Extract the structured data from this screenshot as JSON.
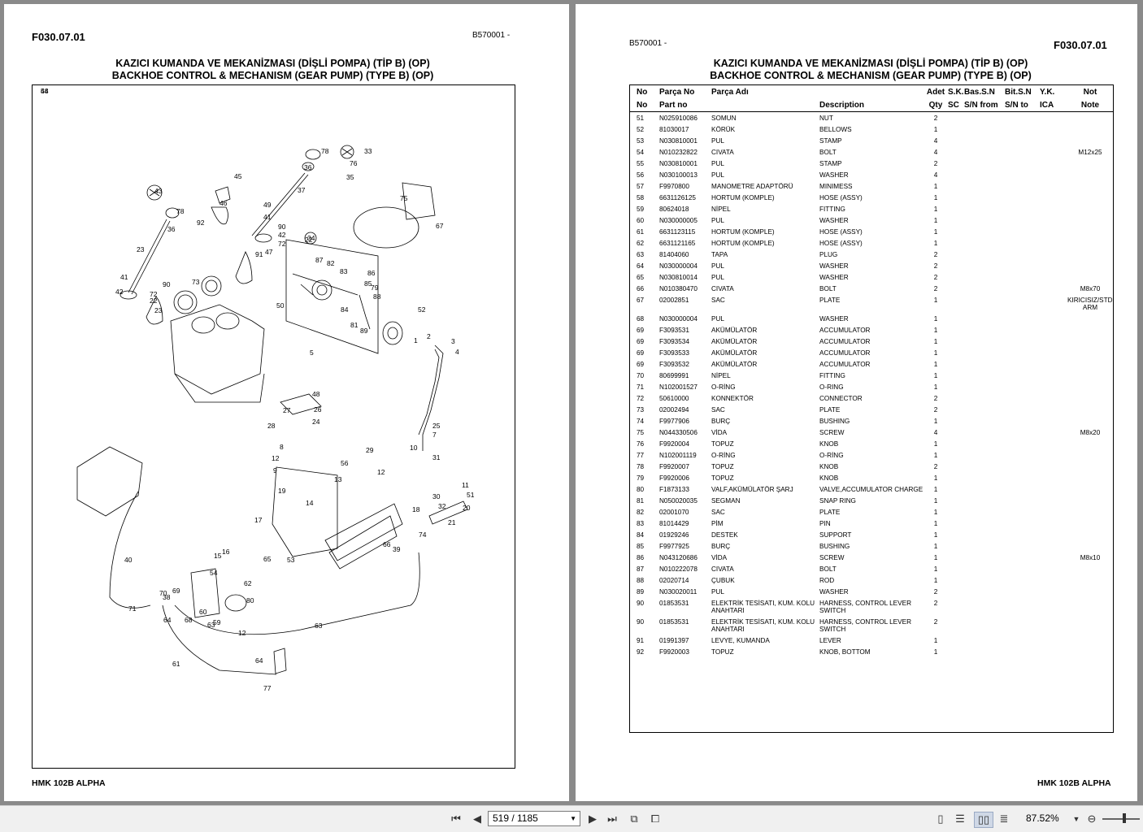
{
  "left_page": {
    "section_code": "F030.07.01",
    "model_ref": "B570001 -",
    "title_tr": "KAZICI KUMANDA VE MEKANİZMASI (DİŞLİ POMPA) (TİP B) (OP)",
    "title_en": "BACKHOE CONTROL & MECHANISM (GEAR PUMP) (TYPE B) (OP)",
    "footer": "HMK 102B ALPHA",
    "callouts": [
      "78",
      "33",
      "36",
      "76",
      "35",
      "45",
      "37",
      "75",
      "46",
      "49",
      "43",
      "67",
      "78",
      "92",
      "41",
      "90",
      "36",
      "42",
      "72",
      "22",
      "23",
      "47",
      "91",
      "34",
      "87",
      "82",
      "83",
      "86",
      "85",
      "79",
      "41",
      "90",
      "73",
      "88",
      "42",
      "72",
      "22",
      "50",
      "84",
      "23",
      "52",
      "81",
      "89",
      "1",
      "2",
      "3",
      "4",
      "5",
      "48",
      "27",
      "26",
      "28",
      "24",
      "25",
      "7",
      "8",
      "29",
      "10",
      "12",
      "31",
      "9",
      "56",
      "13",
      "12",
      "11",
      "19",
      "30",
      "51",
      "14",
      "20",
      "32",
      "17",
      "18",
      "21",
      "74",
      "16",
      "15",
      "66",
      "65",
      "39",
      "53",
      "40",
      "54",
      "62",
      "80",
      "71",
      "70",
      "69",
      "38",
      "60",
      "68",
      "59",
      "64",
      "63",
      "12",
      "63",
      "64",
      "61",
      "77",
      "58",
      "44"
    ]
  },
  "right_page": {
    "model_ref": "B570001 -",
    "section_code": "F030.07.01",
    "title_tr": "KAZICI KUMANDA VE MEKANİZMASI (DİŞLİ POMPA) (TİP B) (OP)",
    "title_en": "BACKHOE CONTROL & MECHANISM (GEAR PUMP) (TYPE B) (OP)",
    "footer": "HMK 102B ALPHA",
    "table": {
      "header_tr": {
        "no": "No",
        "part_no": "Parça No",
        "name": "Parça Adı",
        "desc": "",
        "qty": "Adet",
        "sc": "S.K.",
        "bas": "Bas.S.N",
        "bit": "Bit.S.N",
        "yk": "Y.K.",
        "note": "Not"
      },
      "header_en": {
        "no": "No",
        "part_no": "Part no",
        "name": "",
        "desc": "Description",
        "qty": "Qty",
        "sc": "SC",
        "bas": "S/N from",
        "bit": "S/N to",
        "yk": "ICA",
        "note": "Note"
      },
      "rows": [
        {
          "no": "51",
          "part_no": "N025910086",
          "name": "SOMUN",
          "desc": "NUT",
          "qty": "2",
          "note": ""
        },
        {
          "no": "52",
          "part_no": "81030017",
          "name": "KÖRÜK",
          "desc": "BELLOWS",
          "qty": "1",
          "note": ""
        },
        {
          "no": "53",
          "part_no": "N030810001",
          "name": "PUL",
          "desc": "STAMP",
          "qty": "4",
          "note": ""
        },
        {
          "no": "54",
          "part_no": "N010232822",
          "name": "CIVATA",
          "desc": "BOLT",
          "qty": "4",
          "note": "M12x25"
        },
        {
          "no": "55",
          "part_no": "N030810001",
          "name": "PUL",
          "desc": "STAMP",
          "qty": "2",
          "note": ""
        },
        {
          "no": "56",
          "part_no": "N030100013",
          "name": "PUL",
          "desc": "WASHER",
          "qty": "4",
          "note": ""
        },
        {
          "no": "57",
          "part_no": "F9970800",
          "name": "MANOMETRE ADAPTÖRÜ",
          "desc": "MINIMESS",
          "qty": "1",
          "note": ""
        },
        {
          "no": "58",
          "part_no": "6631126125",
          "name": "HORTUM (KOMPLE)",
          "desc": "HOSE (ASSY)",
          "qty": "1",
          "note": ""
        },
        {
          "no": "59",
          "part_no": "80624018",
          "name": "NİPEL",
          "desc": "FITTING",
          "qty": "1",
          "note": ""
        },
        {
          "no": "60",
          "part_no": "N030000005",
          "name": "PUL",
          "desc": "WASHER",
          "qty": "1",
          "note": ""
        },
        {
          "no": "61",
          "part_no": "6631123115",
          "name": "HORTUM (KOMPLE)",
          "desc": "HOSE (ASSY)",
          "qty": "1",
          "note": ""
        },
        {
          "no": "62",
          "part_no": "6631121165",
          "name": "HORTUM (KOMPLE)",
          "desc": "HOSE (ASSY)",
          "qty": "1",
          "note": ""
        },
        {
          "no": "63",
          "part_no": "81404060",
          "name": "TAPA",
          "desc": "PLUG",
          "qty": "2",
          "note": ""
        },
        {
          "no": "64",
          "part_no": "N030000004",
          "name": "PUL",
          "desc": "WASHER",
          "qty": "2",
          "note": ""
        },
        {
          "no": "65",
          "part_no": "N030810014",
          "name": "PUL",
          "desc": "WASHER",
          "qty": "2",
          "note": ""
        },
        {
          "no": "66",
          "part_no": "N010380470",
          "name": "CIVATA",
          "desc": "BOLT",
          "qty": "2",
          "note": "M8x70"
        },
        {
          "no": "67",
          "part_no": "02002851",
          "name": "SAC",
          "desc": "PLATE",
          "qty": "1",
          "note": "KIRICISIZ/STD. ARM"
        },
        {
          "no": "68",
          "part_no": "N030000004",
          "name": "PUL",
          "desc": "WASHER",
          "qty": "1",
          "note": ""
        },
        {
          "no": "69",
          "part_no": "F3093531",
          "name": "AKÜMÜLATÖR",
          "desc": "ACCUMULATOR",
          "qty": "1",
          "note": ""
        },
        {
          "no": "69",
          "part_no": "F3093534",
          "name": "AKÜMÜLATÖR",
          "desc": "ACCUMULATOR",
          "qty": "1",
          "note": ""
        },
        {
          "no": "69",
          "part_no": "F3093533",
          "name": "AKÜMÜLATÖR",
          "desc": "ACCUMULATOR",
          "qty": "1",
          "note": ""
        },
        {
          "no": "69",
          "part_no": "F3093532",
          "name": "AKÜMÜLATÖR",
          "desc": "ACCUMULATOR",
          "qty": "1",
          "note": ""
        },
        {
          "no": "70",
          "part_no": "80699991",
          "name": "NİPEL",
          "desc": "FITTING",
          "qty": "1",
          "note": ""
        },
        {
          "no": "71",
          "part_no": "N102001527",
          "name": "O-RİNG",
          "desc": "O-RING",
          "qty": "1",
          "note": ""
        },
        {
          "no": "72",
          "part_no": "50610000",
          "name": "KONNEKTÖR",
          "desc": "CONNECTOR",
          "qty": "2",
          "note": ""
        },
        {
          "no": "73",
          "part_no": "02002494",
          "name": "SAC",
          "desc": "PLATE",
          "qty": "2",
          "note": ""
        },
        {
          "no": "74",
          "part_no": "F9977906",
          "name": "BURÇ",
          "desc": "BUSHING",
          "qty": "1",
          "note": ""
        },
        {
          "no": "75",
          "part_no": "N044330506",
          "name": "VİDA",
          "desc": "SCREW",
          "qty": "4",
          "note": "M8x20"
        },
        {
          "no": "76",
          "part_no": "F9920004",
          "name": "TOPUZ",
          "desc": "KNOB",
          "qty": "1",
          "note": ""
        },
        {
          "no": "77",
          "part_no": "N102001119",
          "name": "O-RİNG",
          "desc": "O-RİNG",
          "qty": "1",
          "note": ""
        },
        {
          "no": "78",
          "part_no": "F9920007",
          "name": "TOPUZ",
          "desc": "KNOB",
          "qty": "2",
          "note": ""
        },
        {
          "no": "79",
          "part_no": "F9920006",
          "name": "TOPUZ",
          "desc": "KNOB",
          "qty": "1",
          "note": ""
        },
        {
          "no": "80",
          "part_no": "F1873133",
          "name": "VALF,AKÜMÜLATÖR ŞARJ",
          "desc": "VALVE,ACCUMULATOR CHARGE",
          "qty": "1",
          "note": ""
        },
        {
          "no": "81",
          "part_no": "N050020035",
          "name": "SEGMAN",
          "desc": "SNAP RING",
          "qty": "1",
          "note": ""
        },
        {
          "no": "82",
          "part_no": "02001070",
          "name": "SAC",
          "desc": "PLATE",
          "qty": "1",
          "note": ""
        },
        {
          "no": "83",
          "part_no": "81014429",
          "name": "PİM",
          "desc": "PIN",
          "qty": "1",
          "note": ""
        },
        {
          "no": "84",
          "part_no": "01929246",
          "name": "DESTEK",
          "desc": "SUPPORT",
          "qty": "1",
          "note": ""
        },
        {
          "no": "85",
          "part_no": "F9977925",
          "name": "BURÇ",
          "desc": "BUSHING",
          "qty": "1",
          "note": ""
        },
        {
          "no": "86",
          "part_no": "N043120686",
          "name": "VİDA",
          "desc": "SCREW",
          "qty": "1",
          "note": "M8x10"
        },
        {
          "no": "87",
          "part_no": "N010222078",
          "name": "CIVATA",
          "desc": "BOLT",
          "qty": "1",
          "note": ""
        },
        {
          "no": "88",
          "part_no": "02020714",
          "name": "ÇUBUK",
          "desc": "ROD",
          "qty": "1",
          "note": ""
        },
        {
          "no": "89",
          "part_no": "N030020011",
          "name": "PUL",
          "desc": "WASHER",
          "qty": "2",
          "note": ""
        },
        {
          "no": "90",
          "part_no": "01853531",
          "name": "ELEKTRİK TESİSATI, KUM. KOLU ANAHTARI",
          "desc": "HARNESS, CONTROL LEVER SWITCH",
          "qty": "2",
          "note": ""
        },
        {
          "no": "90",
          "part_no": "01853531",
          "name": "ELEKTRİK TESİSATI, KUM. KOLU ANAHTARI",
          "desc": "HARNESS, CONTROL LEVER SWITCH",
          "qty": "2",
          "note": ""
        },
        {
          "no": "91",
          "part_no": "01991397",
          "name": "LEVYE, KUMANDA",
          "desc": "LEVER",
          "qty": "1",
          "note": ""
        },
        {
          "no": "92",
          "part_no": "F9920003",
          "name": "TOPUZ",
          "desc": "KNOB, BOTTOM",
          "qty": "1",
          "note": ""
        }
      ]
    }
  },
  "toolbar": {
    "page_value": "519 / 1185",
    "zoom": "87.52%",
    "icons": [
      "first-page-icon",
      "prev-page-icon",
      "next-page-icon",
      "last-page-icon",
      "rotate-view-icon",
      "fit-page-icon",
      "single-page-icon",
      "two-page-icon",
      "scrolling-icon",
      "continuous-icon",
      "zoom-out-icon",
      "zoom-in-icon"
    ]
  }
}
